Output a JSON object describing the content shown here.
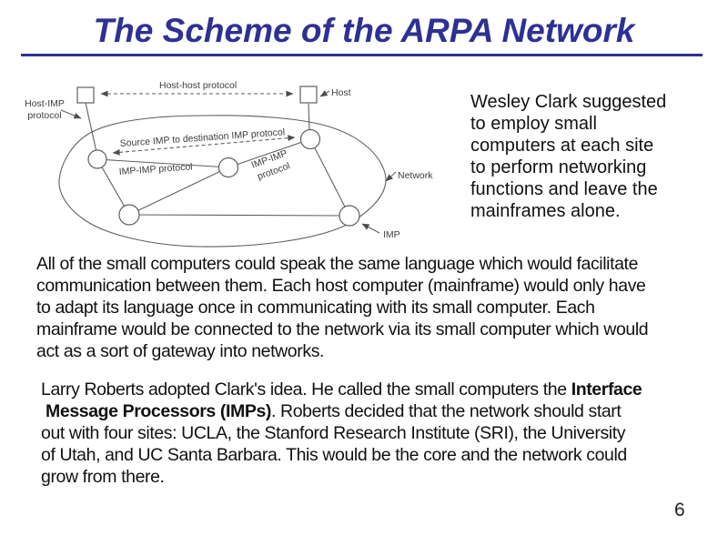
{
  "slide": {
    "title": "The Scheme of the ARPA Network",
    "page_number": "6",
    "title_color": "#2E3192",
    "background_color": "#FFFFFF",
    "body_text_color": "#111111"
  },
  "clark_note": {
    "lines": [
      "Wesley Clark suggested",
      "to employ small",
      "computers at each site",
      "to perform networking",
      "functions and leave the",
      "mainframes alone."
    ]
  },
  "paragraph1": {
    "lines": [
      "All of the small computers could speak the same language which would facilitate",
      "communication between them. Each host computer (mainframe) would only have",
      "to adapt its language once in communicating with its small computer. Each",
      "mainframe would be connected to the network via its small computer which would",
      "act as a sort of gateway into networks."
    ]
  },
  "paragraph2": {
    "lines": [
      [
        {
          "t": "Larry Roberts adopted Clark's idea. He called the small computers the ",
          "b": false
        },
        {
          "t": "Interface",
          "b": true
        }
      ],
      [
        {
          "t": " ",
          "b": false
        },
        {
          "t": "Message Processors (IMPs)",
          "b": true
        },
        {
          "t": ". Roberts decided that the network should start",
          "b": false
        }
      ],
      [
        {
          "t": "out with four sites: UCLA, the Stanford Research Institute (SRI), the University",
          "b": false
        }
      ],
      [
        {
          "t": "of Utah, and UC Santa Barbara. This would be the core and the network could",
          "b": false
        }
      ],
      [
        {
          "t": "grow from there.",
          "b": false
        }
      ]
    ]
  },
  "diagram": {
    "line_color": "#5F5F5F",
    "text_color": "#3D3D3D",
    "labels": {
      "host_host": "Host-host protocol",
      "host_imp_line1": "Host-IMP",
      "host_imp_line2": "protocol",
      "host": "Host",
      "source_imp": "Source IMP to destination IMP protocol",
      "imp_imp_left": "IMP-IMP protocol",
      "imp_imp_right_line1": "IMP-IMP",
      "imp_imp_right_line2": "protocol",
      "network": "Network",
      "imp": "IMP"
    }
  }
}
